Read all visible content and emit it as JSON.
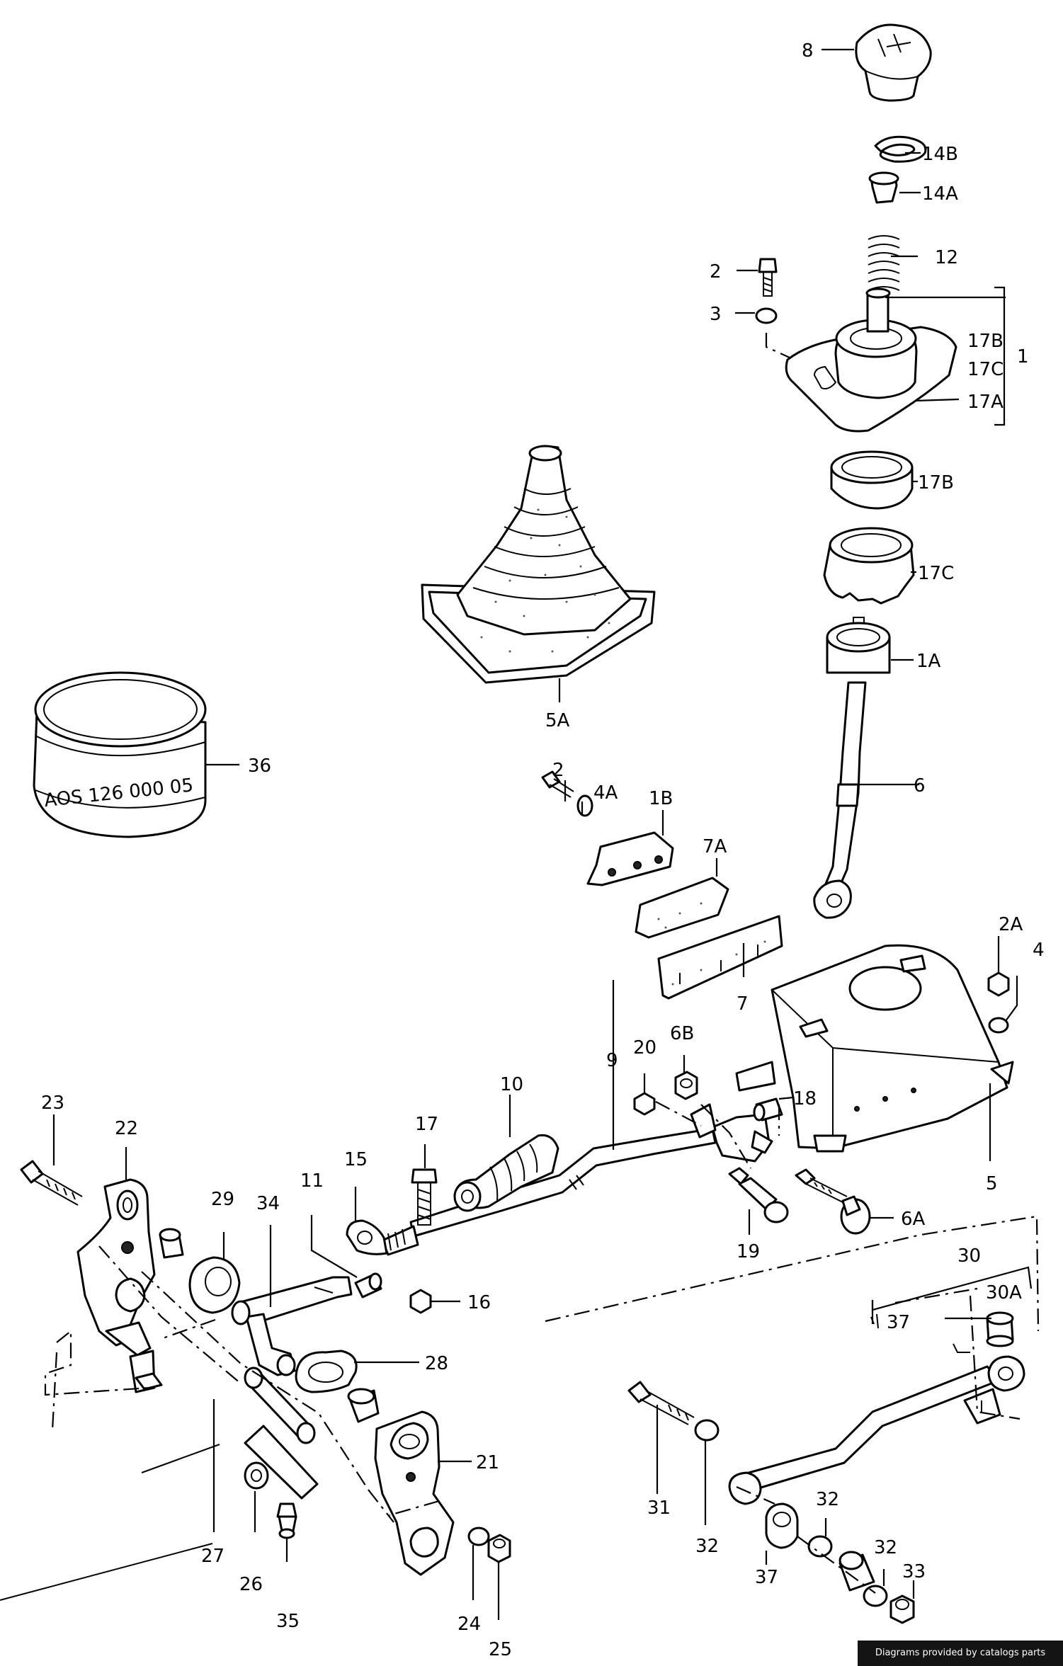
{
  "parts": {
    "p8": "8",
    "p14b": "14B",
    "p14a": "14A",
    "p12": "12",
    "p2_top": "2",
    "p3": "3",
    "p17b_a": "17B",
    "p17c_a": "17C",
    "p17a": "17A",
    "p1": "1",
    "p17b_b": "17B",
    "p17c_b": "17C",
    "p1a": "1A",
    "p5a": "5A",
    "p36": "36",
    "p2_mid": "2",
    "p4a": "4A",
    "p1b": "1B",
    "p7a": "7A",
    "p6": "6",
    "p7": "7",
    "p2a": "2A",
    "p4": "4",
    "p5": "5",
    "p9": "9",
    "p20": "20",
    "p6b": "6B",
    "p18": "18",
    "p19": "19",
    "p6a": "6A",
    "p10": "10",
    "p17": "17",
    "p15": "15",
    "p11": "11",
    "p16": "16",
    "p34": "34",
    "p29": "29",
    "p22": "22",
    "p23": "23",
    "p28": "28",
    "p21": "21",
    "p27": "27",
    "p26": "26",
    "p35": "35",
    "p24": "24",
    "p25": "25",
    "p30": "30",
    "p30a": "30A",
    "p37_top": "37",
    "p31": "31",
    "p32_a": "32",
    "p37_bot": "37",
    "p32_b": "32",
    "p32_c": "32",
    "p33": "33"
  },
  "stamp_text": "AOS 126 000 05",
  "credit": "Diagrams provided by catalogs parts"
}
